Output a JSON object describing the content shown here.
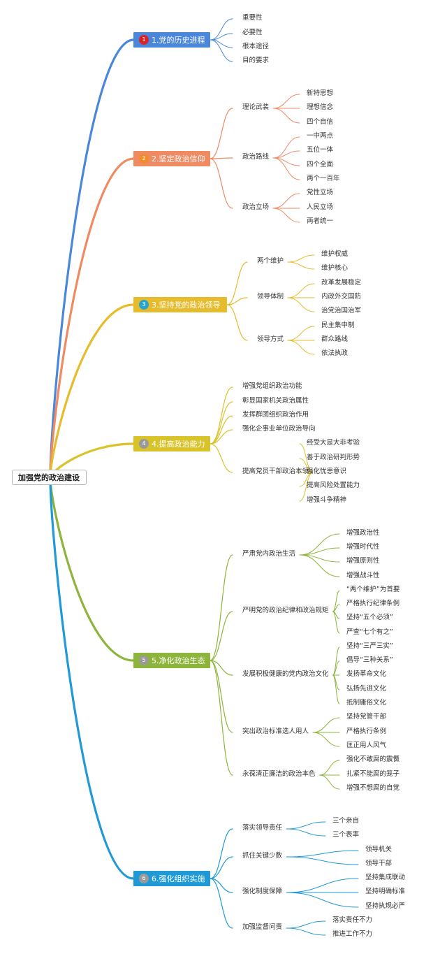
{
  "root": {
    "label": "加强党的政治建设"
  },
  "colors": {
    "b1": "#4a87db",
    "b2": "#ef8a63",
    "b3": "#e6bb2c",
    "b4": "#d9c32a",
    "b5": "#8db43b",
    "b6": "#1f9ad6",
    "badge1": "#d8252a",
    "badge2": "#f28c2a",
    "badge3": "#2aa4cf",
    "badge4": "#9a9a9a",
    "badge5": "#9a9a9a",
    "badge6": "#9a9a9a"
  },
  "branches": [
    {
      "label": "1.党的历史进程",
      "badge": "1",
      "leaves": [
        "重要性",
        "必要性",
        "根本途径",
        "目的要求"
      ]
    },
    {
      "label": "2.坚定政治信仰",
      "badge": "2",
      "subs": [
        {
          "label": "理论武装",
          "leaves": [
            "新特思想",
            "理想信念",
            "四个自信"
          ]
        },
        {
          "label": "政治路线",
          "leaves": [
            "一中两点",
            "五位一体",
            "四个全面",
            "两个一百年"
          ]
        },
        {
          "label": "政治立场",
          "leaves": [
            "党性立场",
            "人民立场",
            "两者统一"
          ]
        }
      ]
    },
    {
      "label": "3.坚持党的政治领导",
      "badge": "3",
      "subs": [
        {
          "label": "两个维护",
          "leaves": [
            "维护权威",
            "维护核心"
          ]
        },
        {
          "label": "领导体制",
          "leaves": [
            "改革发展稳定",
            "内政外交国防",
            "治党治国治军"
          ]
        },
        {
          "label": "领导方式",
          "leaves": [
            "民主集中制",
            "群众路线",
            "依法执政"
          ]
        }
      ]
    },
    {
      "label": "4.提高政治能力",
      "badge": "4",
      "subs": [
        {
          "label": "增强党组织政治功能",
          "leaves": []
        },
        {
          "label": "彰显国家机关政治属性",
          "leaves": []
        },
        {
          "label": "发挥群团组织政治作用",
          "leaves": []
        },
        {
          "label": "强化企事业单位政治导向",
          "leaves": []
        },
        {
          "label": "提高党员干部政治本领",
          "leaves": [
            "经受大是大非考验",
            "善于政治研判形势",
            "强化忧患意识",
            "提高风险处置能力",
            "增强斗争精神"
          ]
        }
      ]
    },
    {
      "label": "5.净化政治生态",
      "badge": "5",
      "subs": [
        {
          "label": "严肃党内政治生活",
          "leaves": [
            "增强政治性",
            "增强时代性",
            "增强原则性",
            "增强战斗性"
          ]
        },
        {
          "label": "严明党的政治纪律和政治规矩",
          "leaves": [
            "“两个维护”为首要",
            "严格执行纪律条例",
            "坚持“五个必须”",
            "严查“七个有之”"
          ]
        },
        {
          "label": "发展积极健康的党内政治文化",
          "leaves": [
            "坚持“三严三实”",
            "倡导“三种关系”",
            "发扬革命文化",
            "弘扬先进文化",
            "抵制庸俗文化"
          ]
        },
        {
          "label": "突出政治标准选人用人",
          "leaves": [
            "坚持党管干部",
            "严格执行条例",
            "匡正用人风气"
          ]
        },
        {
          "label": "永葆清正廉洁的政治本色",
          "leaves": [
            "强化不敢腐的震慑",
            "扎紧不能腐的笼子",
            "增强不想腐的自觉"
          ]
        }
      ]
    },
    {
      "label": "6.强化组织实施",
      "badge": "6",
      "subs": [
        {
          "label": "落实领导责任",
          "leaves": [
            "三个亲自",
            "三个表率"
          ]
        },
        {
          "label": "抓住关键少数",
          "leaves": [
            "领导机关",
            "领导干部"
          ]
        },
        {
          "label": "强化制度保障",
          "leaves": [
            "坚持集成联动",
            "坚持明确标准",
            "坚持执规必严"
          ]
        },
        {
          "label": "加强监督问责",
          "leaves": [
            "落实责任不力",
            "推进工作不力"
          ]
        }
      ]
    }
  ]
}
